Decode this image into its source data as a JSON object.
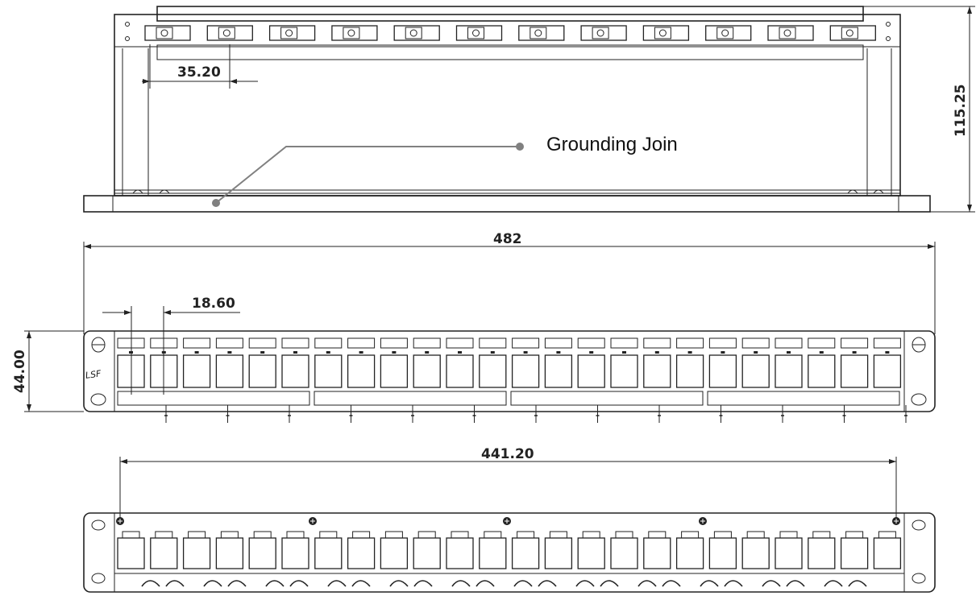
{
  "dimensions": {
    "port_pitch_top": "35.20",
    "overall_height": "115.25",
    "overall_width": "482",
    "port_pitch_front": "18.60",
    "panel_height": "44.00",
    "mount_spacing": "441.20"
  },
  "callout": {
    "label": "Grounding Join"
  },
  "panel": {
    "top_view_slots": 12,
    "front_ports": 24,
    "brand_mark": "LSF"
  },
  "colors": {
    "line": "#222222",
    "callout": "#808080"
  }
}
